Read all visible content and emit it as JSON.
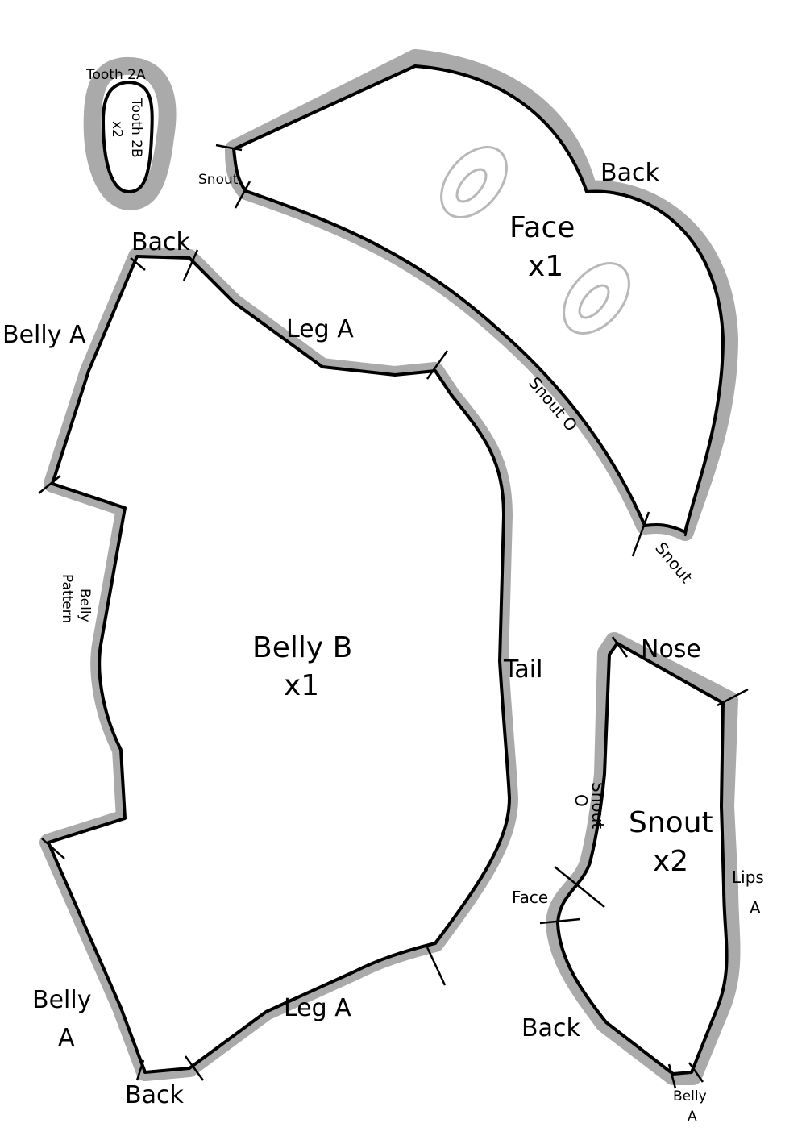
{
  "pieces": {
    "tooth": {
      "outer_label": "Tooth 2A",
      "inner_label": "Tooth 2B",
      "count": "x2"
    },
    "face": {
      "name": "Face",
      "count": "x1",
      "labels": {
        "snout_top": "Snout",
        "back": "Back",
        "snout_o": "Snout O",
        "snout_bottom": "Snout"
      }
    },
    "belly_b": {
      "name": "Belly B",
      "count": "x1",
      "labels": {
        "back_top": "Back",
        "belly_a_top": "Belly A",
        "leg_a_top": "Leg A",
        "belly_pattern": "Belly Pattern",
        "belly_pattern_line1": "Belly",
        "belly_pattern_line2": "Pattern",
        "tail": "Tail",
        "belly_a_bottom_line1": "Belly",
        "belly_a_bottom_line2": "A",
        "leg_a_bottom": "Leg A",
        "back_bottom": "Back"
      }
    },
    "snout": {
      "name": "Snout",
      "count": "x2",
      "labels": {
        "nose": "Nose",
        "snout_o_line1": "Snout",
        "snout_o_line2": "O",
        "lips_line1": "Lips",
        "lips_line2": "A",
        "face": "Face",
        "back": "Back",
        "belly_line1": "Belly",
        "belly_line2": "A"
      }
    }
  }
}
